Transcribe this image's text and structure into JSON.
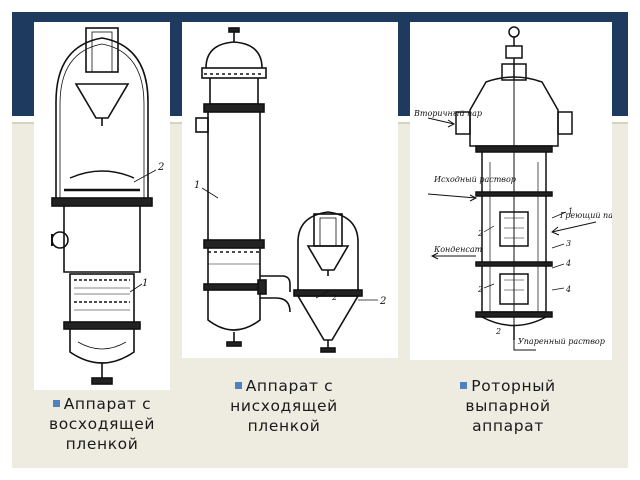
{
  "theme": {
    "band_color": "#1f3a5f",
    "content_bg": "#eeece1",
    "bullet_color": "#4f81bd"
  },
  "panels": [
    {
      "caption_lines": [
        "Аппарат с",
        "восходящей",
        "пленкой"
      ],
      "labels": {
        "part_1": "1",
        "part_2": "2"
      }
    },
    {
      "caption_lines": [
        "Аппарат с",
        "нисходящей",
        "пленкой"
      ],
      "labels": {
        "part_1": "1",
        "part_2": "2",
        "part_2b": "2"
      }
    },
    {
      "caption_lines": [
        "Роторный",
        "выпарной",
        "аппарат"
      ],
      "labels": {
        "vapor": "Вторичный пар",
        "solution_in": "Исходный раствор",
        "heating_steam": "Греющий пар",
        "condensate": "Конденсат",
        "evaporated": "Упаренный раствор",
        "n1": "1",
        "n2": "2",
        "n2b": "2",
        "n3": "3",
        "n4": "4",
        "n4b": "4",
        "n2c": "2"
      }
    }
  ]
}
